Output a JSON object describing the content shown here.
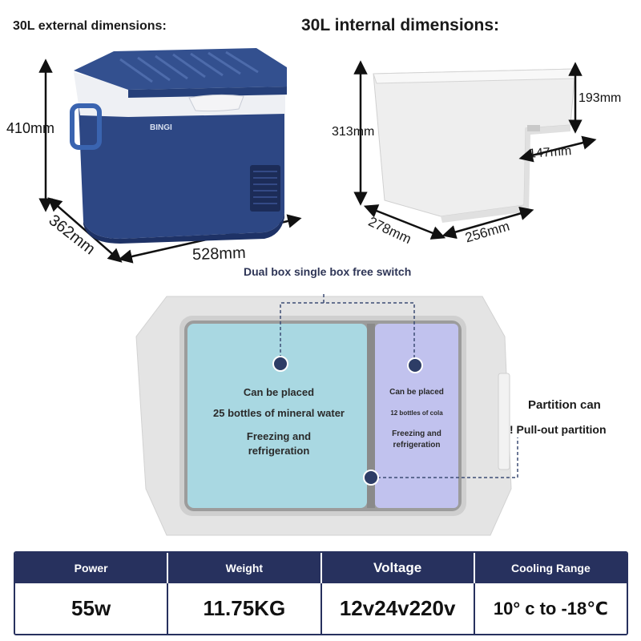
{
  "titles": {
    "external": "30L external dimensions:",
    "internal": "30L internal dimensions:"
  },
  "external_dims": {
    "height": "410mm",
    "depth": "362mm",
    "width": "528mm"
  },
  "internal_dims": {
    "height": "313mm",
    "step_height": "193mm",
    "step_depth": "147mm",
    "depth": "278mm",
    "width": "256mm"
  },
  "product": {
    "brand": "BINGI"
  },
  "layout": {
    "title": "Dual box single box free switch",
    "left_zone": {
      "line1": "Can be placed",
      "line2": "25 bottles of mineral water",
      "line3": "Freezing and",
      "line4": "refrigeration"
    },
    "right_zone": {
      "line1": "Can be placed",
      "line2": "12 bottles of cola",
      "line3": "Freezing and",
      "line4": "refrigeration"
    },
    "partition_line1": "Partition can",
    "partition_line2": "! Pull-out partition"
  },
  "specs": {
    "headers": [
      "Power",
      "Weight",
      "Voltage",
      "Cooling Range"
    ],
    "values": [
      "55w",
      "11.75KG",
      "12v24v220v",
      "10° c to -18℃"
    ]
  },
  "colors": {
    "navy": "#27315e",
    "lid_blue": "#33508f",
    "body_blue": "#2d4784",
    "left_zone": "#a9d8e2",
    "right_zone": "#c1c2ee",
    "marker": "#2d3d66"
  }
}
